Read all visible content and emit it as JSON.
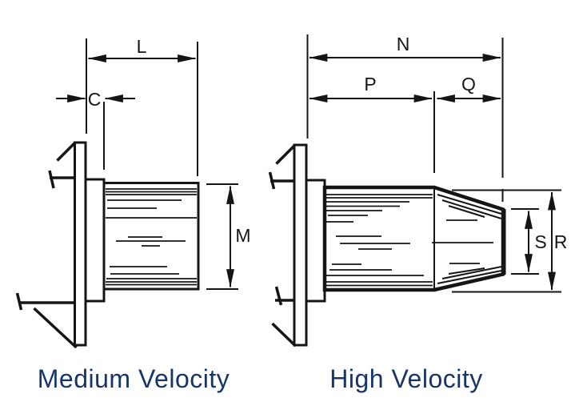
{
  "diagram": {
    "background": "#ffffff",
    "ink_color": "#151515",
    "caption_color": "#173567",
    "figures": {
      "medium": {
        "caption": "Medium Velocity",
        "dims": {
          "L": "L",
          "C": "C",
          "M": "M"
        }
      },
      "high": {
        "caption": "High Velocity",
        "dims": {
          "N": "N",
          "P": "P",
          "Q": "Q",
          "S": "S",
          "R": "R"
        }
      }
    }
  }
}
